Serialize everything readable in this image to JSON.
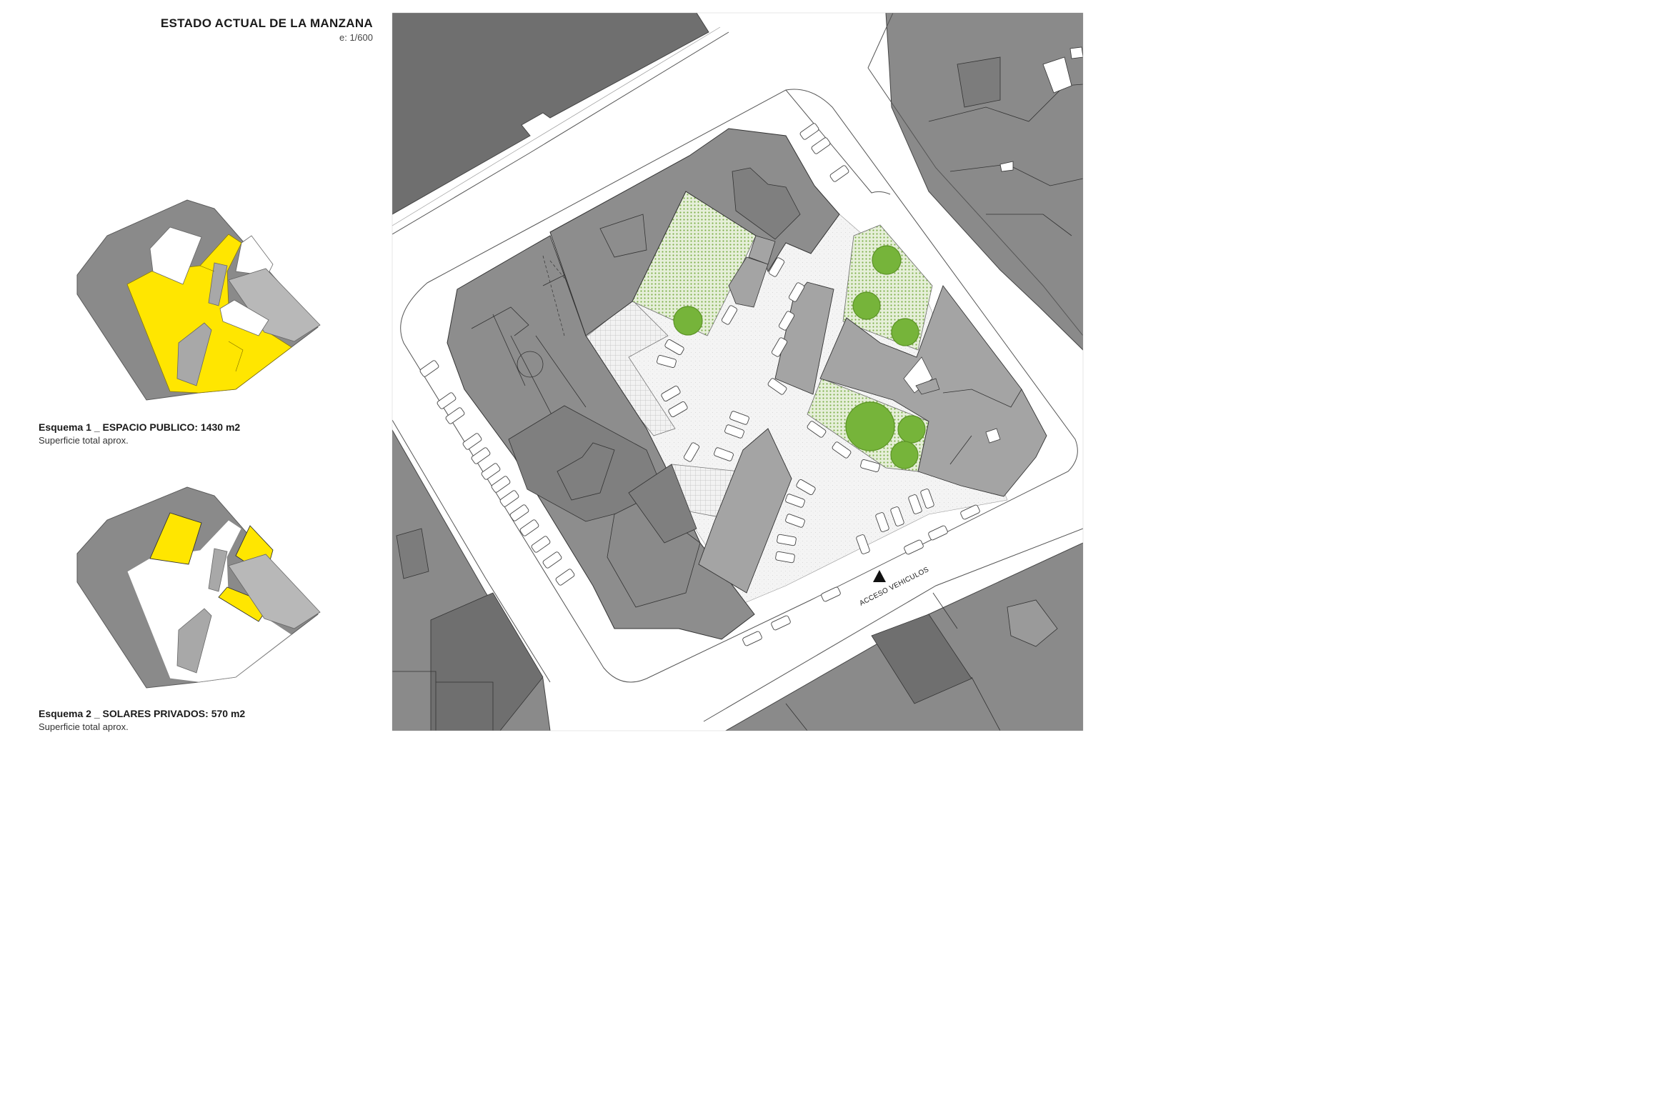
{
  "header": {
    "title": "ESTADO ACTUAL DE LA MANZANA",
    "scale": "e: 1/600"
  },
  "schemes": [
    {
      "title": "Esquema 1 _ ESPACIO PUBLICO: 1430 m2",
      "subtitle": "Superficie total aprox."
    },
    {
      "title": "Esquema 2 _ SOLARES PRIVADOS: 570 m2",
      "subtitle": "Superficie total aprox."
    }
  ],
  "map": {
    "access_label": "ACCESO VEHICULOS"
  },
  "colors": {
    "highlight": "#ffe600",
    "building_dark": "#6e6e6e",
    "building_mid": "#8c8c8c",
    "building_light": "#b5b5b5",
    "green_area": "#cfe3b4",
    "tree": "#76b43a",
    "plaza": "#efefef"
  },
  "icons": {
    "access_marker": "triangle-up",
    "tree": "circle-canopy",
    "car": "car-outline"
  }
}
